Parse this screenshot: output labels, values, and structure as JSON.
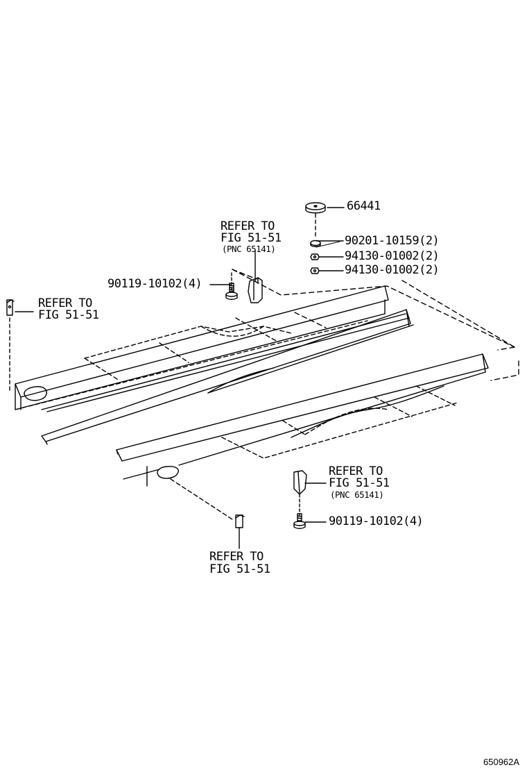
{
  "labels": {
    "part_66441": "66441",
    "part_90201": "90201-10159(2)",
    "part_94130_a": "94130-01002(2)",
    "part_94130_b": "94130-01002(2)",
    "part_90119_top": "90119-10102(4)",
    "part_90119_bottom": "90119-10102(4)",
    "refer_to": "REFER TO",
    "fig_51_51": "FIG 51-51",
    "pnc_65141": "(PNC 65141)",
    "figure_code": "650962A"
  },
  "colors": {
    "line": "#000000",
    "background": "#ffffff"
  }
}
